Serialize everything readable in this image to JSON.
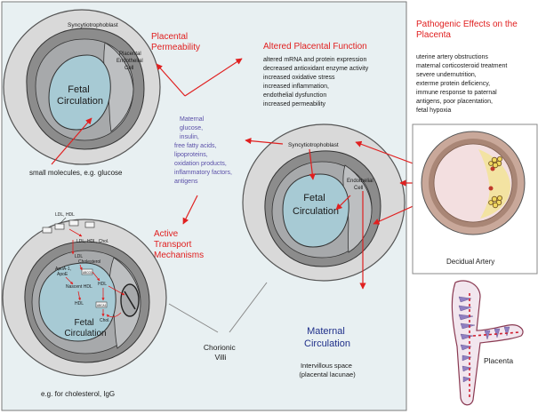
{
  "colors": {
    "panel_bg": "#e8f0f2",
    "cell_outer": "#d9d9d9",
    "cell_middle": "#8c8c8c",
    "cell_inner": "#a7a9ab",
    "fetal": "#a7cad4",
    "arrow": "#e02020",
    "heading": "#e02020",
    "maternal_text": "#5a4fa8",
    "maternal_circulation": "#1f2f8a",
    "artery_outer": "#c9a89a",
    "artery_wall": "#a98676",
    "artery_inner": "#f3dfe0",
    "plaque": "#f3e3a2",
    "placenta_villi": "#8f7fc1"
  },
  "top_cell": {
    "syncytiotrophoblast": "Syncytiotrophoblast",
    "endothelial": [
      "Placental",
      "Endothelial",
      "Cell"
    ],
    "fetal": [
      "Fetal",
      "Circulation"
    ],
    "caption": "small molecules, e.g. glucose"
  },
  "placental_permeability": [
    "Placental",
    "Permeability"
  ],
  "altered": {
    "title": "Altered Placental Function",
    "items": [
      "altered mRNA and protein expression",
      "decreased antioxidant enzyme activity",
      "increased oxidative stress",
      "increased inflammation,",
      "endothelial dysfunction",
      "increased permeability"
    ]
  },
  "pathogenic": {
    "title": [
      "Pathogenic Effects on the",
      "Placenta"
    ],
    "items": [
      "uterine artery obstructions",
      "maternal corticosteroid treatment",
      "severe undernutrition,",
      "exterme protein deficiency,",
      "immune response to paternal",
      "antigens, poor placentation,",
      "fetal hypoxia"
    ]
  },
  "maternal_factors": [
    "Maternal",
    "glucose,",
    "insulin,",
    "free fatty acids,",
    "lipoproteins,",
    "oxidation products,",
    "inflammatory factors,",
    "antigens"
  ],
  "center_cell": {
    "syncytiotrophoblast": "Syncytiotrophoblast",
    "endothelial": [
      "Endothelial",
      "Cell"
    ],
    "fetal": [
      "Fetal",
      "Circulation"
    ]
  },
  "decidual_artery": "Decidual Artery",
  "active_transport": [
    "Active",
    "Transport",
    "Mechanisms"
  ],
  "bottom_cell": {
    "ldl_hdl_top": "LDL, HDL",
    "ldl_hdl_chol": "LDL, HDL, Chol.",
    "ldl_chol": [
      "LDL",
      "Cholesterol"
    ],
    "apoa": [
      "ApoA-1,",
      "ApoE"
    ],
    "nascent_hdl": "Nascent HDL",
    "hdl_left": "HDL",
    "hdl_right": "HDL",
    "chol": "Chol.",
    "abca1": "ABCA1",
    "abcg1": "ABCG1",
    "fetal": [
      "Fetal",
      "Circulation"
    ],
    "caption": "e.g. for cholesterol, IgG"
  },
  "chorionic_villi": [
    "Chorionic",
    "Villi"
  ],
  "maternal_circulation": [
    "Maternal",
    "Circulation"
  ],
  "intervillous": [
    "Intervillous space",
    "(placental lacunae)"
  ],
  "placenta": "Placenta"
}
